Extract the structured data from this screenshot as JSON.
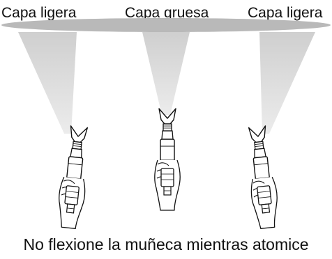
{
  "labels": {
    "left": "Capa ligera",
    "center": "Capa gruesa",
    "right": "Capa ligera"
  },
  "caption": "No flexione la muñeca mientras atomice",
  "colors": {
    "surface": "#b9b9b9",
    "spray": "#d4d4d4",
    "line": "#111111"
  }
}
